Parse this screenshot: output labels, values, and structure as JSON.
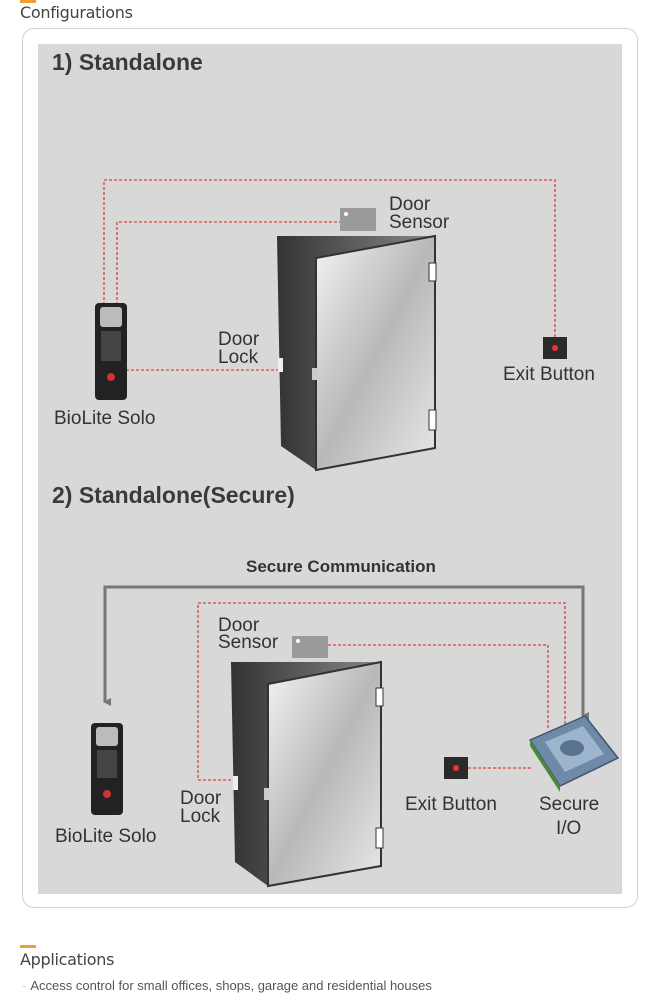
{
  "configurations": {
    "heading": "Configurations",
    "standalone": {
      "title": "1) Standalone",
      "door_sensor": [
        "Door",
        "Sensor"
      ],
      "door_lock": [
        "Door",
        "Lock"
      ],
      "device": "BioLite Solo",
      "exit_button": "Exit Button"
    },
    "secure": {
      "title": "2) Standalone(Secure)",
      "secure_comm": "Secure Communication",
      "door_sensor": [
        "Door",
        "Sensor"
      ],
      "door_lock": [
        "Door",
        "Lock"
      ],
      "device": "BioLite Solo",
      "exit_button": "Exit Button",
      "secure_io": [
        "Secure",
        "I/O"
      ]
    }
  },
  "applications": {
    "heading": "Applications",
    "items": [
      "Access control for small offices, shops, garage and residential houses"
    ]
  }
}
